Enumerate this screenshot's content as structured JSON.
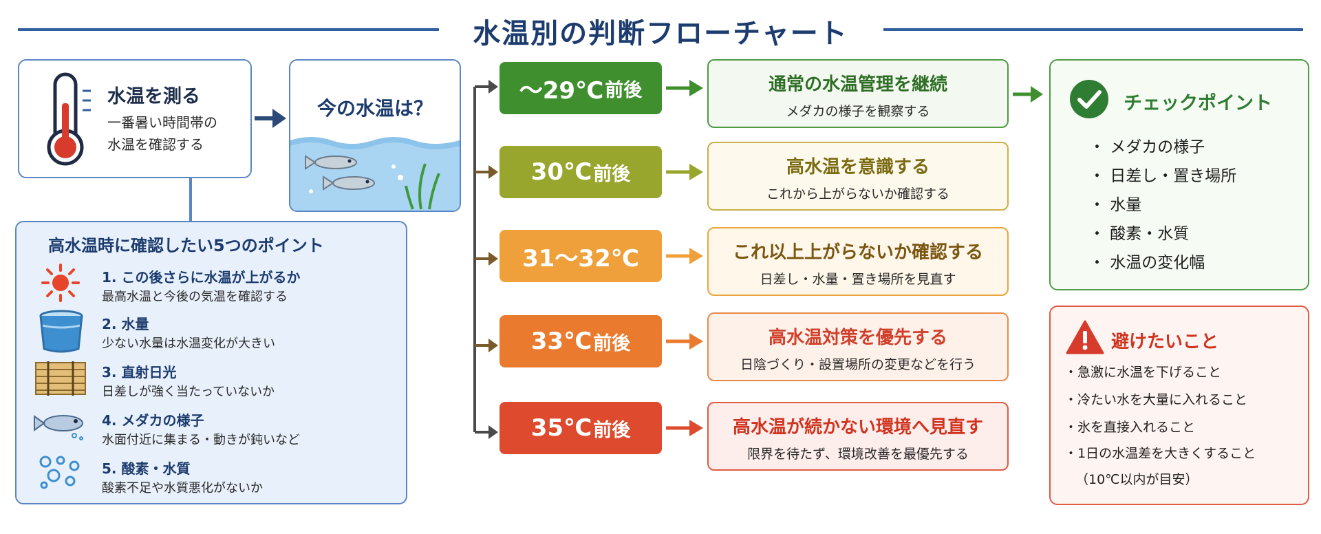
{
  "title": "水温別の判断フローチャート",
  "measure": {
    "heading": "水温を測る",
    "sub1": "一番暑い時間帯の",
    "sub2": "水温を確認する",
    "icon": "thermometer-icon"
  },
  "question": {
    "label": "今の水温は？"
  },
  "points": {
    "heading": "高水温時に確認したい5つのポイント",
    "items": [
      {
        "icon": "sun-icon",
        "title": "1. この後さらに水温が上がるか",
        "desc": "最高水温と今後の気温を確認する"
      },
      {
        "icon": "water-container-icon",
        "title": "2. 水量",
        "desc": "少ない水量は水温変化が大きい"
      },
      {
        "icon": "sunshade-icon",
        "title": "3. 直射日光",
        "desc": "日差しが強く当たっていないか"
      },
      {
        "icon": "medaka-fish-icon",
        "title": "4. メダカの様子",
        "desc": "水面付近に集まる・動きが鈍いなど"
      },
      {
        "icon": "bubbles-icon",
        "title": "5. 酸素・水質",
        "desc": "酸素不足や水質悪化がないか"
      }
    ]
  },
  "levels": [
    {
      "temp_main": "～29℃",
      "temp_suffix": "前後",
      "color": "#3f8f2f",
      "border": "#4f9a45",
      "bg": "#f3f9f0",
      "head_color": "#2e6e25",
      "head": "通常の水温管理を継続",
      "sub": "メダカの様子を観察する"
    },
    {
      "temp_main": "30℃",
      "temp_suffix": "前後",
      "color": "#98a62e",
      "border": "#c9b04a",
      "bg": "#fdf9ec",
      "head_color": "#7a6a10",
      "head": "高水温を意識する",
      "sub": "これから上がらないか確認する"
    },
    {
      "temp_main": "31～32℃",
      "temp_suffix": "",
      "color": "#efa03a",
      "border": "#e9a640",
      "bg": "#fef7ea",
      "head_color": "#7a5610",
      "head": "これ以上上がらないか確認する",
      "sub": "日差し・水量・置き場所を見直す"
    },
    {
      "temp_main": "33℃",
      "temp_suffix": "前後",
      "color": "#ea7a2e",
      "border": "#ea8a4a",
      "bg": "#fef1ea",
      "head_color": "#d0402a",
      "head": "高水温対策を優先する",
      "sub": "日陰づくり・設置場所の変更などを行う"
    },
    {
      "temp_main": "35℃",
      "temp_suffix": "前後",
      "color": "#de4a2e",
      "border": "#e05a44",
      "bg": "#fdeeec",
      "head_color": "#d0341f",
      "head": "高水温が続かない環境へ見直す",
      "sub": "限界を待たず、環境改善を最優先する"
    }
  ],
  "checkpoint": {
    "heading": "チェックポイント",
    "icon": "check-circle-icon",
    "items": [
      "・ メダカの様子",
      "・ 日差し・置き場所",
      "・ 水量",
      "・ 酸素・水質",
      "・ 水温の変化幅"
    ]
  },
  "avoid": {
    "heading": "避けたいこと",
    "icon": "warning-icon",
    "items": [
      "・急激に水温を下げること",
      "・冷たい水を大量に入れること",
      "・氷を直接入れること",
      "・1日の水温差を大きくすること"
    ],
    "note": "（10℃以内が目安）"
  },
  "colors": {
    "title_blue": "#1c3b6e",
    "accent_blue": "#2f5f9e",
    "check_green": "#2e7d32",
    "warning_red": "#d0341f"
  }
}
